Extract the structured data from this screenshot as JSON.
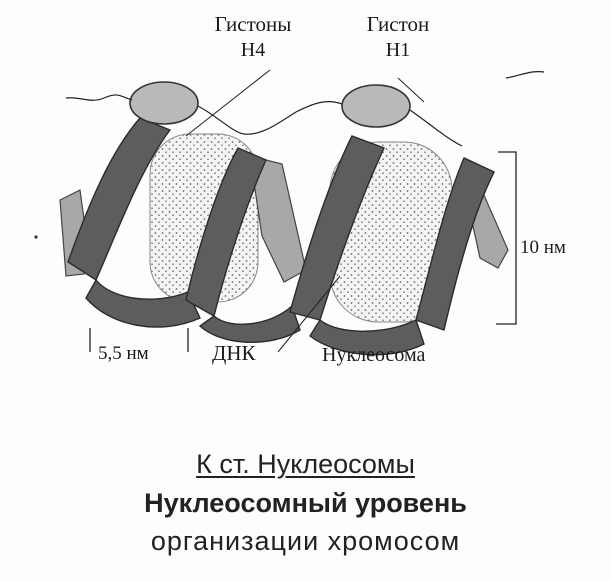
{
  "diagram": {
    "labels": {
      "histones_h4_line1": "Гистоны",
      "histones_h4_line2": "H4",
      "histone_h1_line1": "Гистон",
      "histone_h1_line2": "H1",
      "dna_width": "5,5 нм",
      "dna": "ДНК",
      "nucleosome": "Нуклеосома",
      "fiber_width": "10 нм"
    },
    "colors": {
      "dna_strand": "#5d5d5d",
      "dna_strand_light": "#a8a8a8",
      "histone_core_dots": "#6a6a6a",
      "histone_h1": "#b9b9b9"
    }
  },
  "caption": {
    "line1": "К ст. Нуклеосомы",
    "line2": "Нуклеосомный уровень",
    "line3": "организации хромосом"
  }
}
